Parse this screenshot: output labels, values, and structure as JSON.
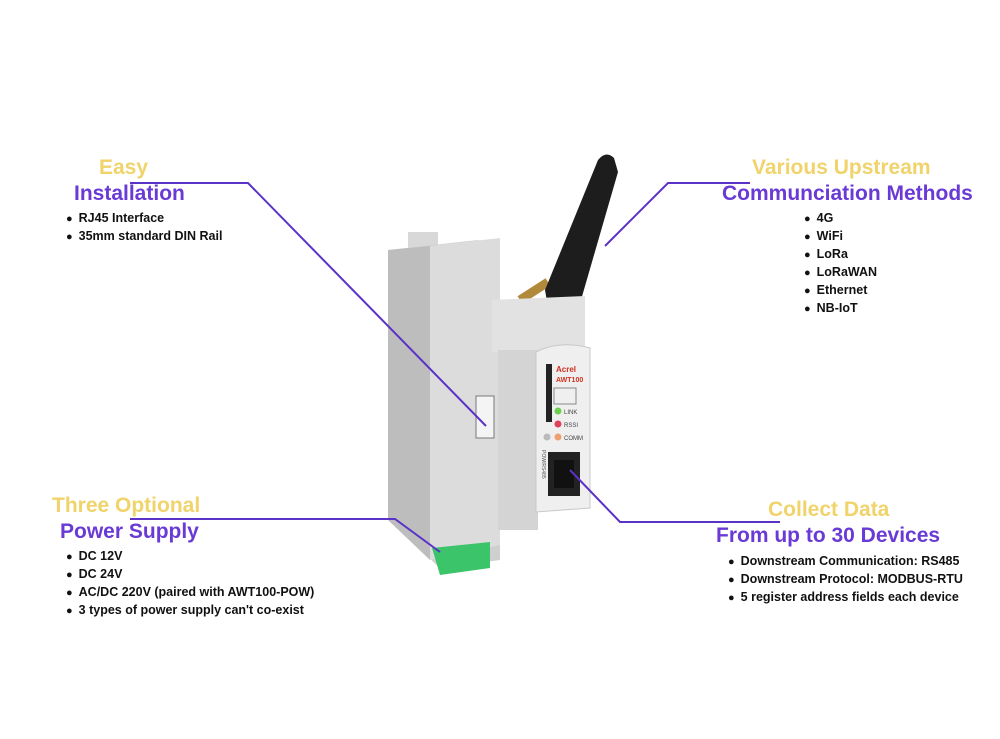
{
  "device": {
    "brand": "Acrel",
    "model": "AWT100",
    "leds": [
      "LINK",
      "RSSI",
      "COMM"
    ],
    "side_label": "POW/RS485"
  },
  "callouts": {
    "installation": {
      "title1": "Easy",
      "title2": "Installation",
      "items": [
        "RJ45 Interface",
        "35mm standard DIN Rail"
      ]
    },
    "upstream": {
      "title1": "Various Upstream",
      "title2": "Communciation Methods",
      "items": [
        "4G",
        "WiFi",
        "LoRa",
        "LoRaWAN",
        "Ethernet",
        "NB-IoT"
      ]
    },
    "power": {
      "title1": "Three Optional",
      "title2": "Power Supply",
      "items": [
        "DC 12V",
        "DC 24V",
        "AC/DC 220V (paired with AWT100-POW)",
        "3 types of power supply can't co-exist"
      ]
    },
    "collect": {
      "title1": "Collect Data",
      "title2": "From up to 30 Devices",
      "items": [
        "Downstream Communication: RS485",
        "Downstream Protocol: MODBUS-RTU",
        "5 register address fields each device"
      ]
    }
  },
  "colors": {
    "yellow": "#f0d36a",
    "purple": "#6a3ad6"
  }
}
